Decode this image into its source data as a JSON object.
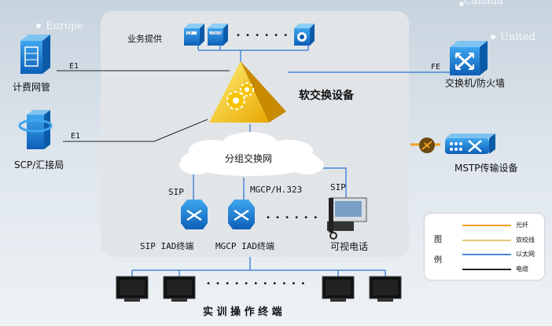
{
  "background": {
    "words": [
      "Europe",
      "Canada",
      "United"
    ]
  },
  "service": {
    "label": "业务提供",
    "servers": [
      "SIP",
      "LIOWON"
    ],
    "ellipsis": "• • • • • •"
  },
  "softswitch": {
    "label": "软交换设备"
  },
  "left_devices": [
    {
      "label": "计费网管",
      "link": "E1"
    },
    {
      "label": "SCP/汇接局",
      "link": "E1"
    }
  ],
  "right_devices": [
    {
      "label": "交换机/防火墙",
      "link": "FE"
    },
    {
      "label": "MSTP传输设备"
    }
  ],
  "network": {
    "label": "分组交换网"
  },
  "terminals": [
    {
      "label": "SIP IAD终端",
      "protocol": "SIP"
    },
    {
      "label": "MGCP IAD终端",
      "protocol": "MGCP/H.323"
    },
    {
      "label": "可视电话",
      "protocol": "SIP"
    }
  ],
  "terminal_ellipsis": "• • • • • •",
  "training": {
    "label": "实 训 操 作 终 端",
    "ellipsis": "• • • • • • • • • • •"
  },
  "legend": {
    "title_chars": [
      "图",
      "例"
    ],
    "items": [
      {
        "label": "光纤",
        "color": "#f0a020"
      },
      {
        "label": "双绞线",
        "color": "#e8c878"
      },
      {
        "label": "以太网",
        "color": "#4a86d8"
      },
      {
        "label": "电缆",
        "color": "#222222"
      }
    ]
  }
}
